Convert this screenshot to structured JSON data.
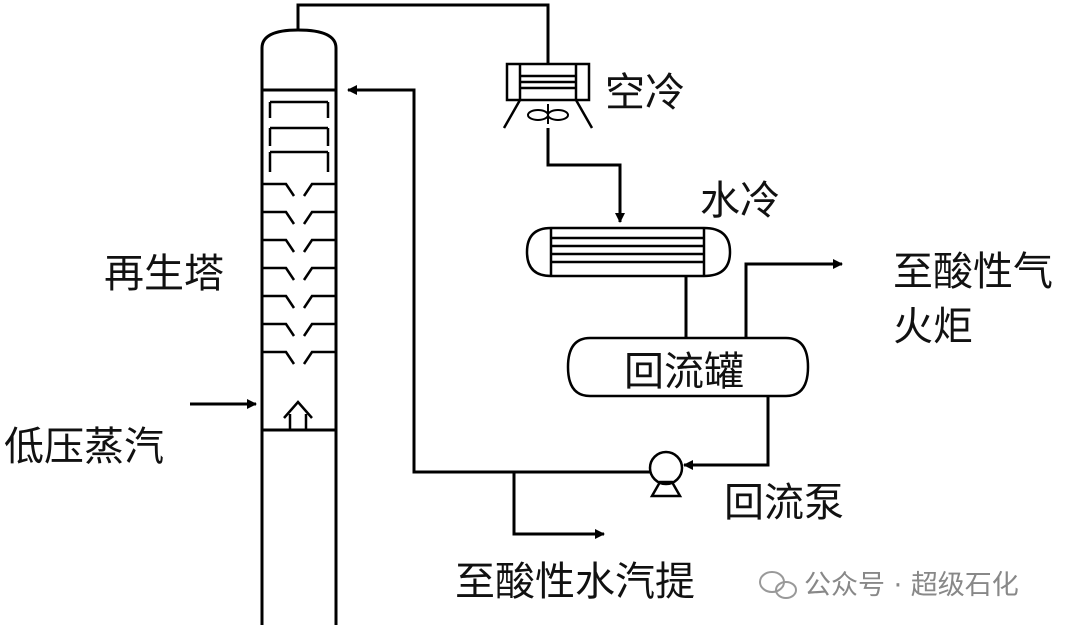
{
  "labels": {
    "regenerator": "再生塔",
    "steam": "低压蒸汽",
    "air_cooler": "空冷",
    "water_cooler": "水冷",
    "reflux_drum": "回流罐",
    "reflux_pump": "回流泵",
    "acid_gas_line1": "至酸性气",
    "acid_gas_line2": "火炬",
    "sour_water_stripper": "至酸性水汽提"
  },
  "watermark": {
    "icon": "wechat-icon",
    "text": "公众号 · 超级石化"
  }
}
